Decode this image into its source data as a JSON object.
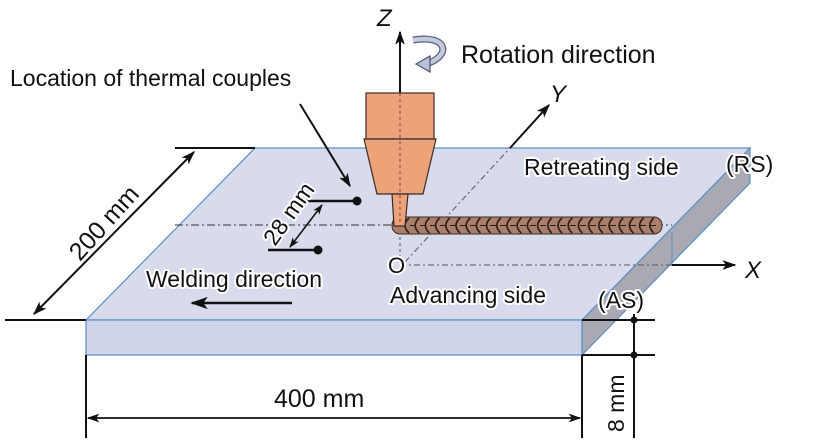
{
  "title": "Friction stir welding setup schematic",
  "labels": {
    "thermocouples": "Location of thermal couples",
    "rotation": "Rotation direction",
    "retreating": "Retreating side",
    "retreating_abbr": "(RS)",
    "advancing": "Advancing side",
    "advancing_abbr": "(AS)",
    "welding_direction": "Welding direction",
    "origin": "O"
  },
  "axes": {
    "x": "X",
    "y": "Y",
    "z": "Z"
  },
  "dimensions": {
    "width": "200 mm",
    "length": "400 mm",
    "thickness": "8 mm",
    "thermocouple_spacing": "28 mm"
  },
  "colors": {
    "plate_top": "#d7dbec",
    "plate_front": "#cfd4ea",
    "plate_side": "#a9a9b3",
    "plate_edge": "#5a8fc4",
    "tool": "#eda37a",
    "tool_outline": "#3a2a2a",
    "weld": "#a97e6a",
    "ink": "#111111"
  }
}
